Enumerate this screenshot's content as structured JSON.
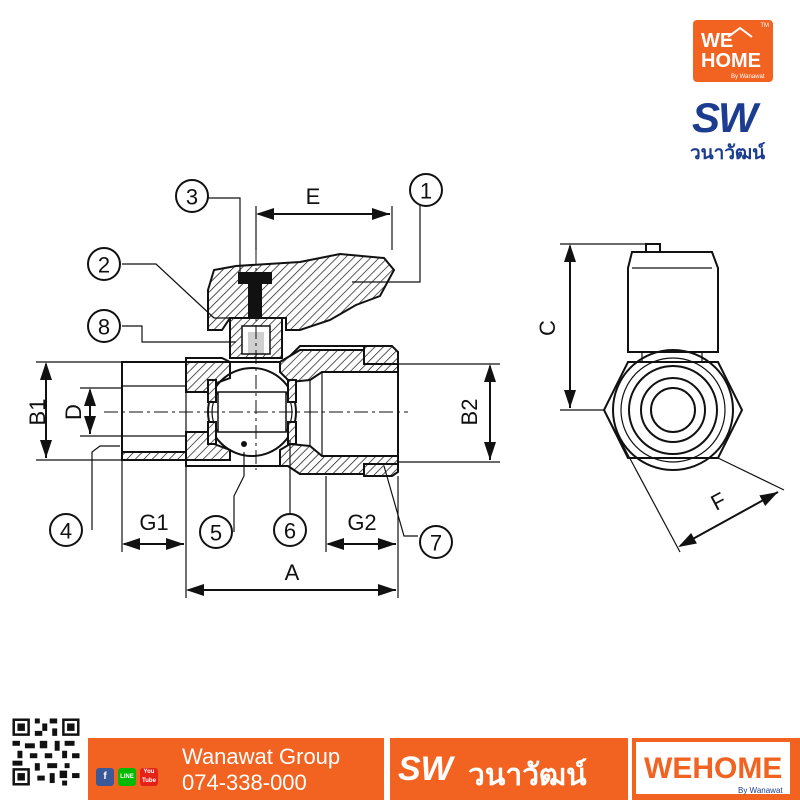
{
  "brand": {
    "wehome_we": "WE",
    "wehome_home": "HOME",
    "wehome_by": "By Wanawat",
    "wehome_tm": "TM",
    "sw_mark": "SW",
    "sw_thai_name": "วนาวัฒน์",
    "orange": "#f26322",
    "blue": "#1b3c8f"
  },
  "footer": {
    "company": "Wanawat Group",
    "phone": "074-338-000",
    "social": [
      "f",
      "LINE",
      "You Tube"
    ],
    "sw_mark": "SW",
    "sw_thai_name": "วนาวัฒน์",
    "wehome": "WEHOME",
    "wehome_by": "By Wanawat"
  },
  "diagram": {
    "dimension_labels": {
      "E": "E",
      "B1": "B1",
      "D": "D",
      "B2": "B2",
      "G1": "G1",
      "G2": "G2",
      "A": "A",
      "C": "C",
      "F": "F"
    },
    "part_callouts": [
      "1",
      "2",
      "3",
      "4",
      "5",
      "6",
      "7",
      "8"
    ]
  }
}
